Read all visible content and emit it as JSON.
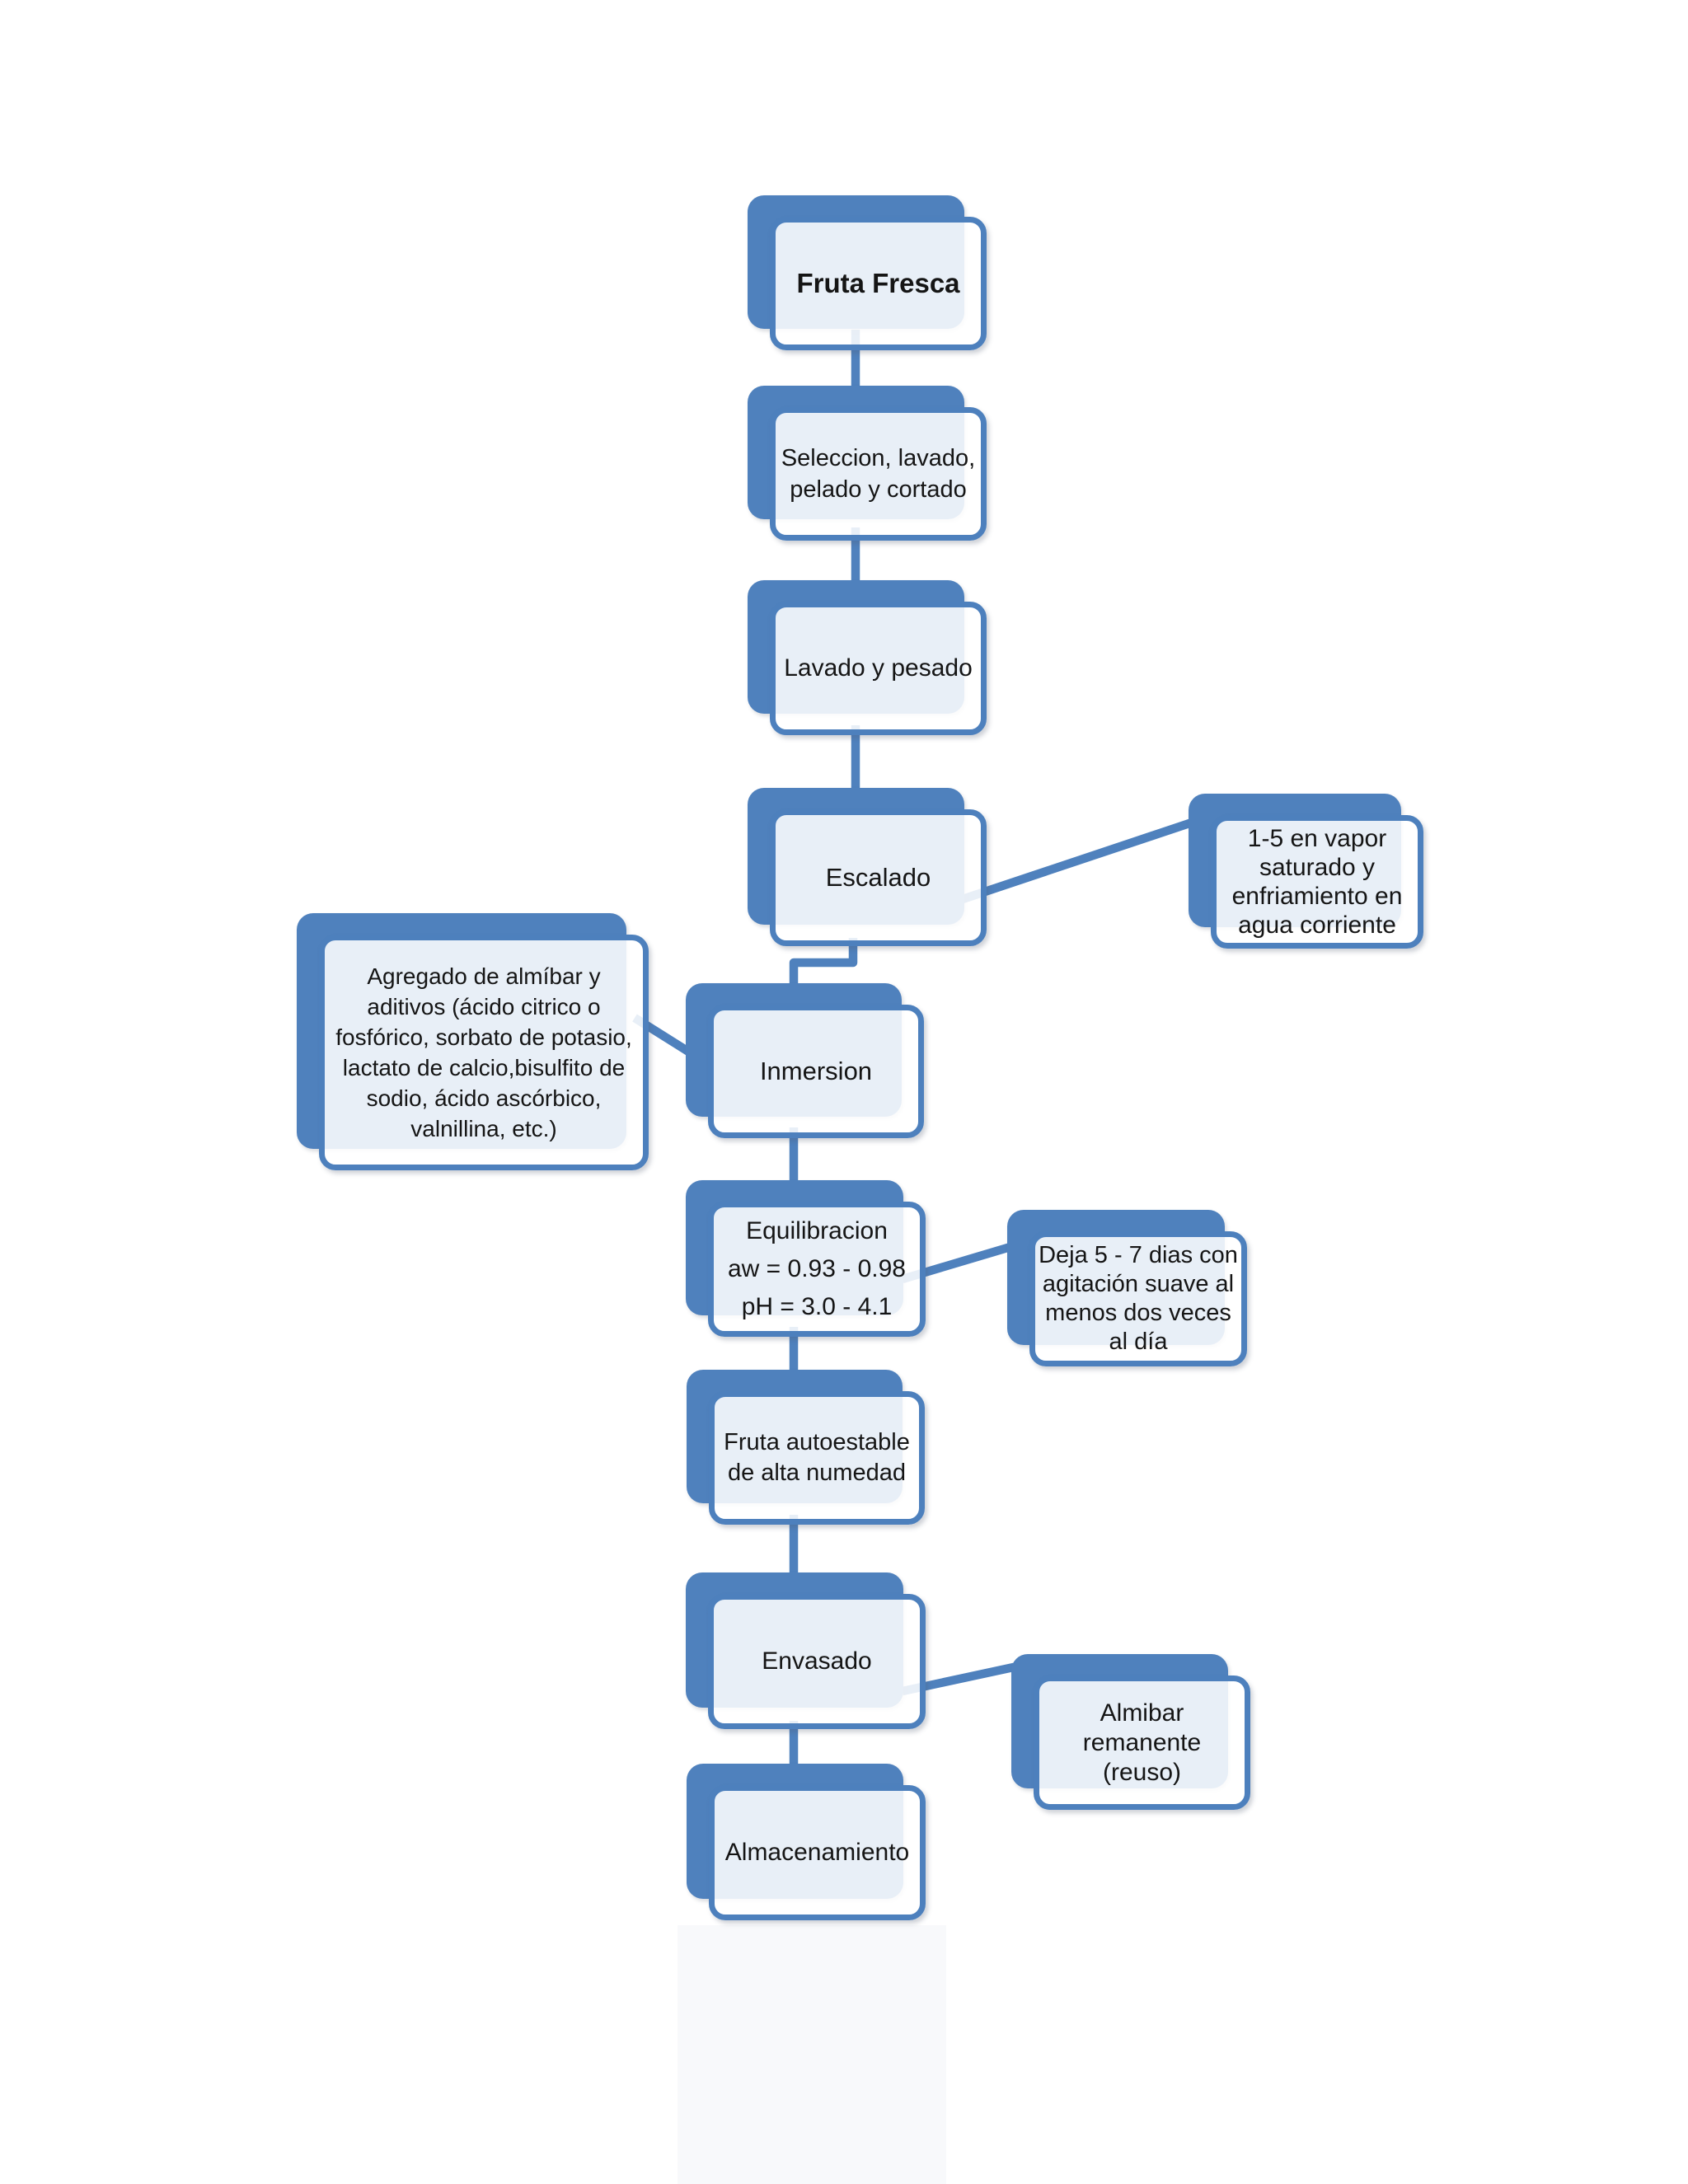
{
  "colors": {
    "accent_blue": "#4f81bd",
    "box_border_blue": "#4d80bd",
    "box_overlap_tint": "#e8edf6",
    "text": "#151515",
    "background": "#ffffff"
  },
  "nodes": {
    "fruta_fresca": {
      "label": "Fruta Fresca"
    },
    "seleccion": {
      "lines": [
        "Seleccion, lavado,",
        "pelado y cortado"
      ]
    },
    "lavado": {
      "label": "Lavado y pesado"
    },
    "escalado": {
      "label": "Escalado"
    },
    "vapor_nota": {
      "lines": [
        "1-5 en vapor",
        "saturado y",
        "enfriamiento en",
        "agua corriente"
      ]
    },
    "agregado_nota": {
      "lines": [
        "Agregado de almíbar y",
        "aditivos (ácido citrico o",
        "fosfórico, sorbato de potasio,",
        "lactato de calcio,bisulfito de",
        "sodio, ácido ascórbico,",
        "valnillina, etc.)"
      ]
    },
    "inmersion": {
      "label": "Inmersion"
    },
    "equilibracion": {
      "lines": [
        "Equilibracion",
        "aw = 0.93 - 0.98",
        "pH = 3.0 - 4.1"
      ]
    },
    "deja_nota": {
      "lines": [
        "Deja 5 - 7 dias con",
        "agitación suave al",
        "menos dos veces",
        "al día"
      ]
    },
    "fruta_autoestable": {
      "lines": [
        "Fruta autoestable",
        "de alta numedad"
      ]
    },
    "envasado": {
      "label": "Envasado"
    },
    "almibar_nota": {
      "lines": [
        "Almibar",
        "remanente",
        "(reuso)"
      ]
    },
    "almacenamiento": {
      "label": "Almacenamiento"
    }
  },
  "edges": [
    {
      "from": "fruta_fresca",
      "to": "seleccion"
    },
    {
      "from": "seleccion",
      "to": "lavado"
    },
    {
      "from": "lavado",
      "to": "escalado"
    },
    {
      "from": "escalado",
      "to": "vapor_nota"
    },
    {
      "from": "escalado",
      "to": "inmersion"
    },
    {
      "from": "agregado_nota",
      "to": "inmersion"
    },
    {
      "from": "inmersion",
      "to": "equilibracion"
    },
    {
      "from": "equilibracion",
      "to": "deja_nota"
    },
    {
      "from": "equilibracion",
      "to": "fruta_autoestable"
    },
    {
      "from": "fruta_autoestable",
      "to": "envasado"
    },
    {
      "from": "envasado",
      "to": "almibar_nota"
    },
    {
      "from": "envasado",
      "to": "almacenamiento"
    }
  ]
}
